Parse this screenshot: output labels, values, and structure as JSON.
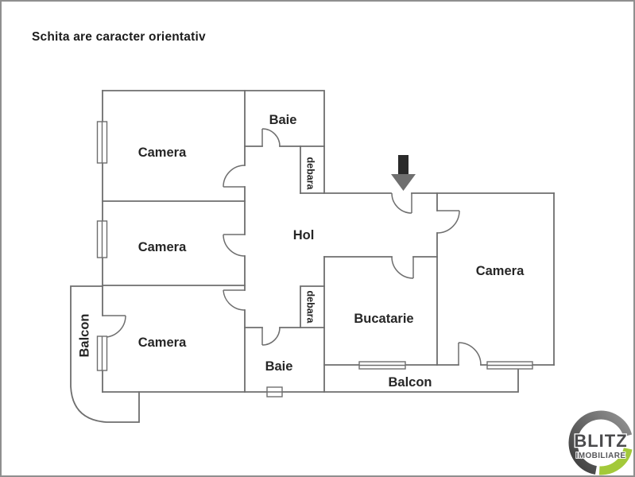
{
  "title": "Schita are caracter orientativ",
  "rooms": {
    "camera_top_left": "Camera",
    "camera_middle_left": "Camera",
    "camera_bottom_left": "Camera",
    "camera_right": "Camera",
    "baie_top": "Baie",
    "baie_bottom": "Baie",
    "debara_top": "debara",
    "debara_bottom": "debara",
    "hol": "Hol",
    "bucatarie": "Bucatarie",
    "balcon_left": "Balcon",
    "balcon_bottom": "Balcon"
  },
  "logo": {
    "line1": "BLITZ",
    "line2": "IMOBILIARE",
    "green": "#a3c93a",
    "dark_text": "#4b4b4d",
    "sub_text": "#57575a"
  },
  "colors": {
    "background": "#ffffff",
    "border": "#8f8f8f",
    "wall": "#6e6e6e",
    "text": "#262626",
    "arrow_shaft": "#2a2a2a",
    "arrow_head": "#6f6f6f"
  }
}
